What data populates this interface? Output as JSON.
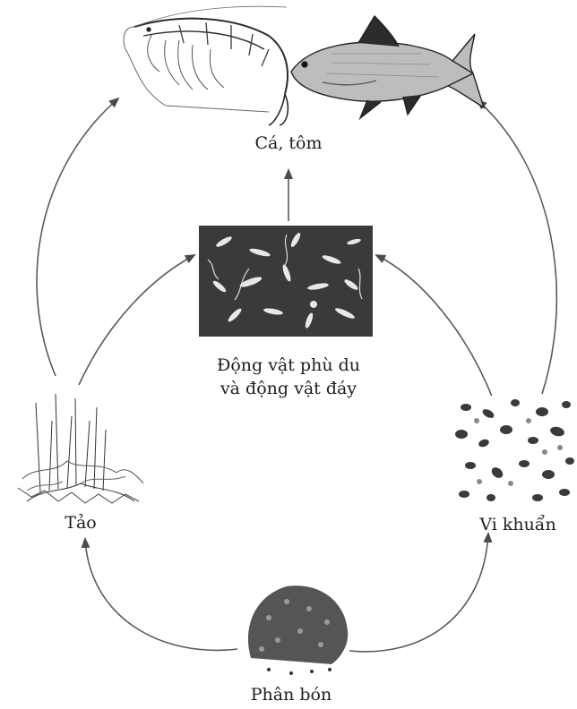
{
  "nodes": {
    "fish_shrimp": {
      "label": "Cá, tôm",
      "icon": "shrimp-fish-illustration"
    },
    "zooplankton": {
      "label_line1": "Động vật phù du",
      "label_line2": "và động vật đáy",
      "icon": "plankton-micrograph"
    },
    "algae": {
      "label": "Tảo",
      "icon": "algae-illustration"
    },
    "bacteria": {
      "label": "Vi khuẩn",
      "icon": "bacteria-illustration"
    },
    "fertilizer": {
      "label": "Phân bón",
      "icon": "fertilizer-pile-illustration"
    }
  },
  "colors": {
    "ink": "#1e1e1e",
    "arrow": "#555555",
    "photo_bg": "#3a3a3a"
  }
}
